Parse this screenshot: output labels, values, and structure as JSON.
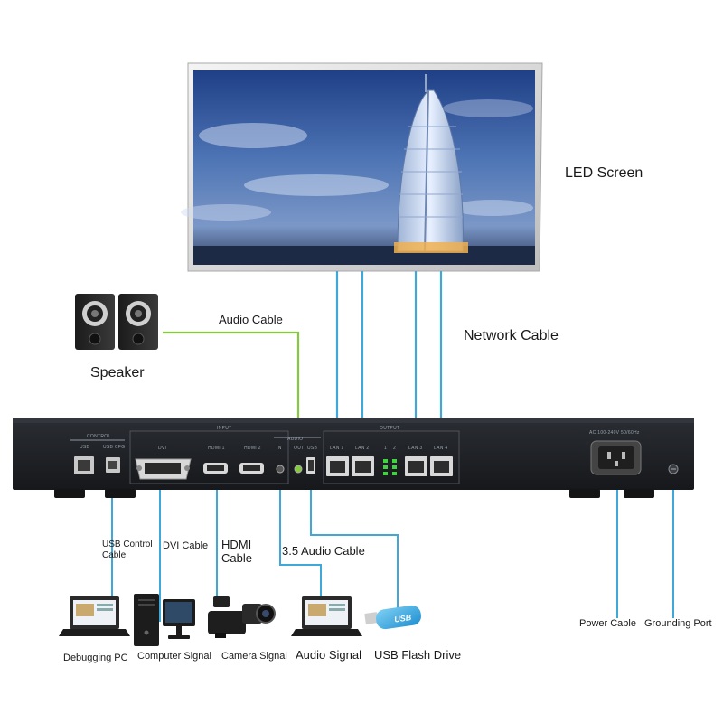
{
  "labels": {
    "led_screen": "LED Screen",
    "network_cable": "Network Cable",
    "speaker": "Speaker",
    "audio_cable": "Audio Cable",
    "usb_control_cable_line1": "USB Control",
    "usb_control_cable_line2": "Cable",
    "dvi_cable": "DVI Cable",
    "hdmi_cable_line1": "HDMI",
    "hdmi_cable_line2": "Cable",
    "audio_35_cable": "3.5 Audio Cable",
    "debugging_pc": "Debugging PC",
    "computer_signal": "Computer Signal",
    "camera_signal": "Camera Signal",
    "audio_signal": "Audio Signal",
    "usb_flash_drive": "USB Flash Drive",
    "power_cable": "Power Cable",
    "grounding_port": "Grounding Port"
  },
  "panel": {
    "control": "CONTROL",
    "usb": "USB",
    "usb_cfg": "USB CFG",
    "input": "INPUT",
    "dvi": "DVI",
    "hdmi1": "HDMI 1",
    "hdmi2": "HDMI 2",
    "audio": "AUDIO",
    "audio_in": "IN",
    "audio_out": "OUT",
    "usb_port": "USB",
    "output": "OUTPUT",
    "lan1": "LAN 1",
    "lan2": "LAN 2",
    "lan3": "LAN 3",
    "lan4": "LAN 4",
    "led1": "1",
    "led2": "2",
    "ac_rating": "AC 100-240V 50/60Hz",
    "usb_stick_brand": "USB"
  },
  "colors": {
    "network_cable": "#3fa8d8",
    "audio_cable": "#86c940",
    "device_body": "#1c1e22",
    "status_led": "#3dd43d"
  }
}
